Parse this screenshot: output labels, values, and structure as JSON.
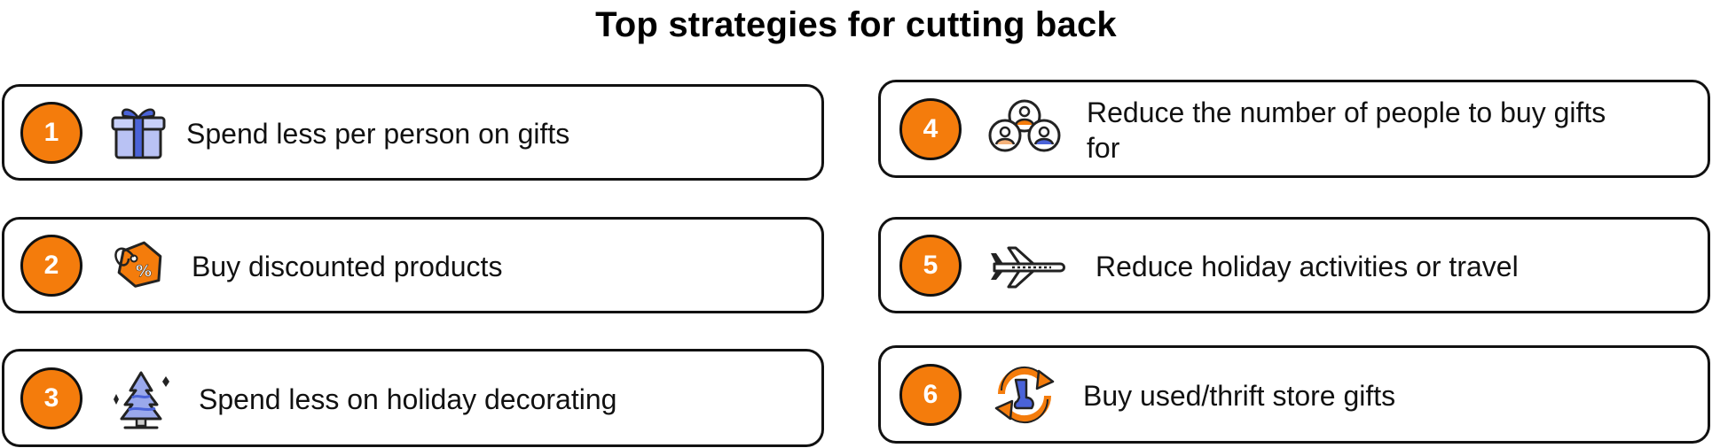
{
  "title": "Top strategies for cutting back",
  "accent_color": "#f47c0c",
  "strategies": [
    {
      "number": "1",
      "icon": "gift-icon",
      "label": "Spend less per person on gifts"
    },
    {
      "number": "2",
      "icon": "discount-tag-icon",
      "label": "Buy discounted products"
    },
    {
      "number": "3",
      "icon": "christmas-tree-icon",
      "label": "Spend less on holiday decorating"
    },
    {
      "number": "4",
      "icon": "people-group-icon",
      "label": "Reduce the number of people to buy gifts for"
    },
    {
      "number": "5",
      "icon": "airplane-icon",
      "label": "Reduce holiday activities or travel"
    },
    {
      "number": "6",
      "icon": "recycle-icon",
      "label": "Buy used/thrift store gifts"
    }
  ]
}
